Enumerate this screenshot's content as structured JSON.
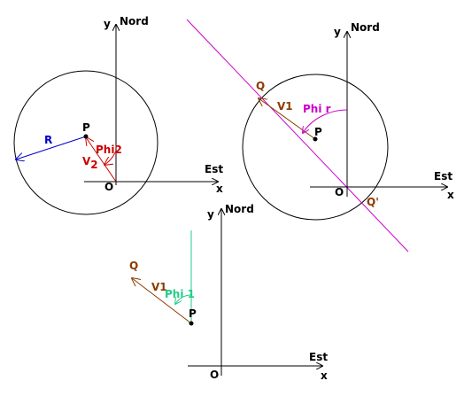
{
  "colors": {
    "axis": "#000000",
    "radius": "#0000cc",
    "v2": "#cc0000",
    "v1": "#8b3a00",
    "phi_r": "#cc00cc",
    "phi1": "#22cc88"
  },
  "panel1": {
    "y_label": "y",
    "north_label": "Nord",
    "x_label": "x",
    "origin_label": "O",
    "point_label": "P",
    "radius_label": "R",
    "phi_label": "Phi2",
    "vec_label_main": "V",
    "vec_label_sub": "2"
  },
  "panel2": {
    "y_label": "y",
    "north_label": "Nord",
    "east_label": "Est",
    "x_label": "x",
    "origin_label": "O",
    "point_label": "P",
    "q_label": "Q",
    "q_prime_label": "Q'",
    "vec_label": "V1",
    "phi_label": "Phi r"
  },
  "panel3": {
    "y_label": "y",
    "north_label": "Nord",
    "east_label": "Est",
    "x_label": "x",
    "origin_label": "O",
    "point_label": "P",
    "q_label": "Q",
    "vec_label": "V1",
    "phi_label": "Phi 1"
  },
  "top_east_label": "Est"
}
